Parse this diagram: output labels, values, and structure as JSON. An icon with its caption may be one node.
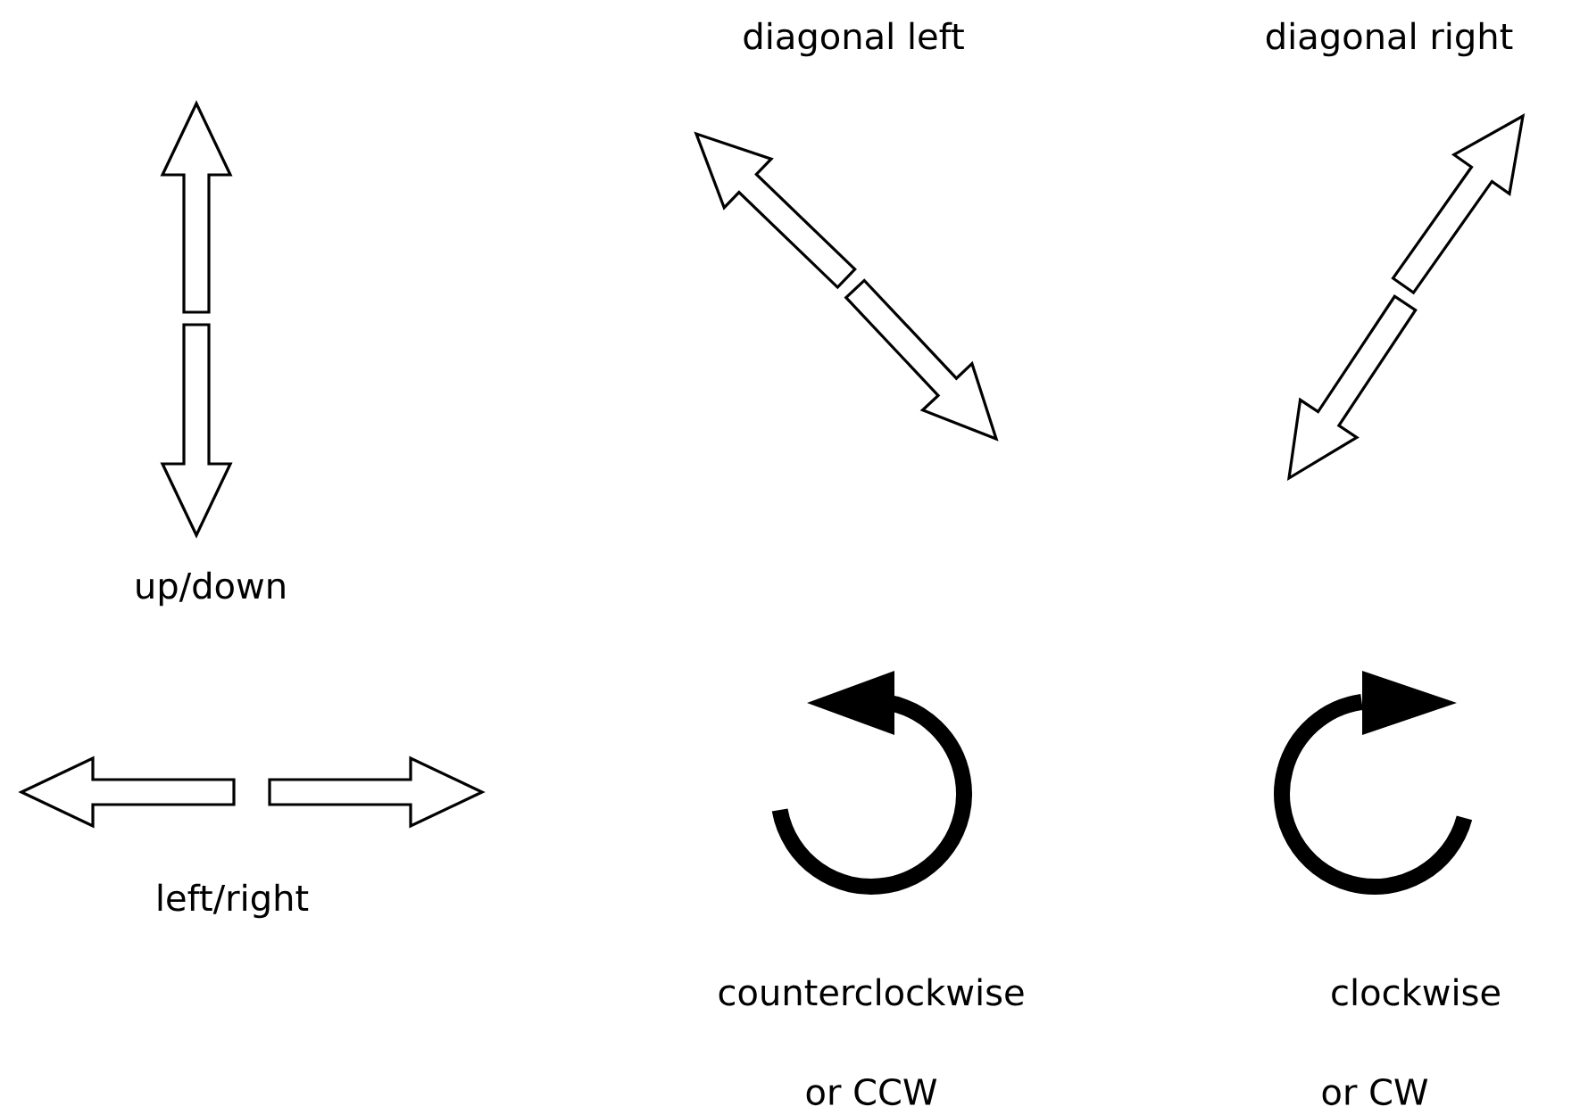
{
  "diagram": {
    "labels": [
      "diagonal left",
      "diagonal right",
      "up/down",
      "left/right",
      "counterclockwise",
      "clockwise",
      "or CCW",
      "or CW"
    ]
  }
}
